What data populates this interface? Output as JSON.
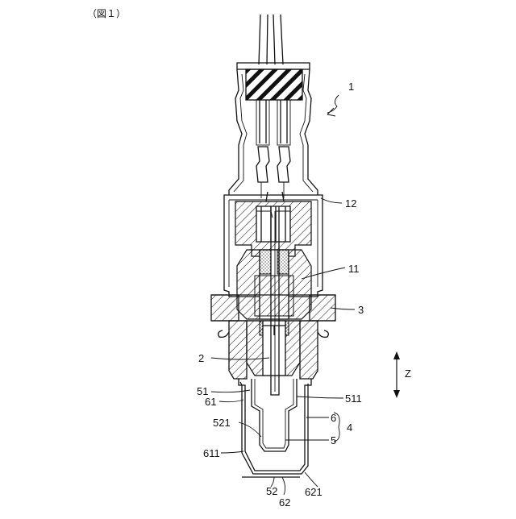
{
  "figure": {
    "caption": "（図１）",
    "labels": {
      "ref_1": "1",
      "ref_12": "12",
      "ref_11": "11",
      "ref_3": "3",
      "ref_2": "2",
      "ref_z": "Z",
      "ref_51": "51",
      "ref_511": "511",
      "ref_61": "61",
      "ref_6": "6",
      "ref_4": "4",
      "ref_521": "521",
      "ref_5": "5",
      "ref_611": "611",
      "ref_52": "52",
      "ref_62": "62",
      "ref_621": "621"
    }
  },
  "colors": {
    "line": "#111111",
    "background": "#ffffff"
  }
}
